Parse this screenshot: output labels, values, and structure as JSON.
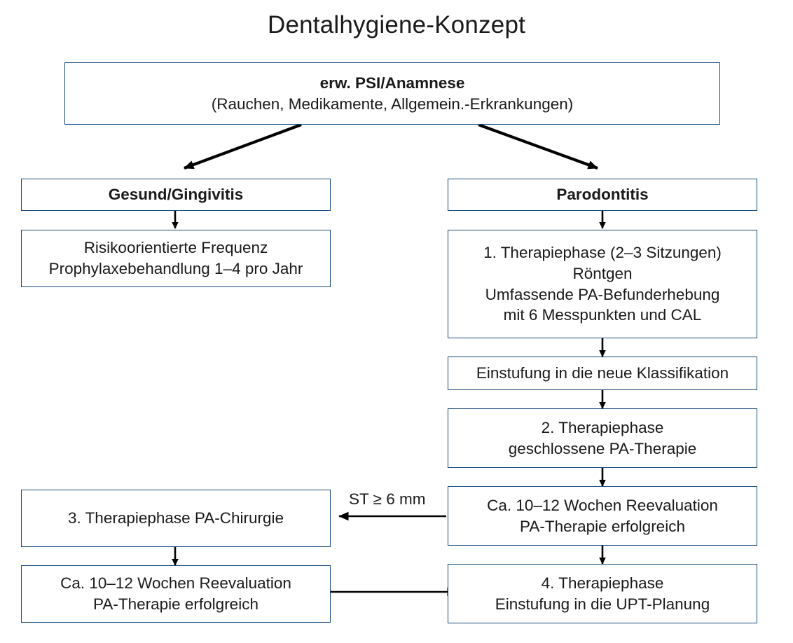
{
  "diagram": {
    "title": "Dentalhygiene-Konzept",
    "border_color": "#174a7c",
    "text_color": "#1a1a1a",
    "arrow_color": "#000000",
    "background": "#ffffff"
  },
  "nodes": {
    "root": {
      "line1": "erw. PSI/Anamnese",
      "line2": "(Rauchen, Medikamente, Allgemein.-Erkrankungen)"
    },
    "left_header": {
      "line1": "Gesund/Gingivitis"
    },
    "left_freq": {
      "line1": "Risikoorientierte Frequenz",
      "line2": "Prophylaxebehandlung 1–4 pro Jahr"
    },
    "right_header": {
      "line1": "Parodontitis"
    },
    "phase1": {
      "line1": "1. Therapiephase (2–3 Sitzungen)",
      "line2": "Röntgen",
      "line3": "Umfassende PA-Befunderhebung",
      "line4": "mit 6 Messpunkten und CAL"
    },
    "klassifikation": {
      "line1": "Einstufung in die neue Klassifikation"
    },
    "phase2": {
      "line1": "2. Therapiephase",
      "line2": "geschlossene PA-Therapie"
    },
    "reeval_right": {
      "line1": "Ca. 10–12 Wochen Reevaluation",
      "line2": "PA-Therapie erfolgreich"
    },
    "phase3": {
      "line1": "3. Therapiephase PA-Chirurgie"
    },
    "reeval_left": {
      "line1": "Ca. 10–12 Wochen Reevaluation",
      "line2": "PA-Therapie erfolgreich"
    },
    "phase4": {
      "line1": "4. Therapiephase",
      "line2": "Einstufung in die UPT-Planung"
    }
  },
  "edges": {
    "st_label": "ST ≥ 6 mm"
  }
}
